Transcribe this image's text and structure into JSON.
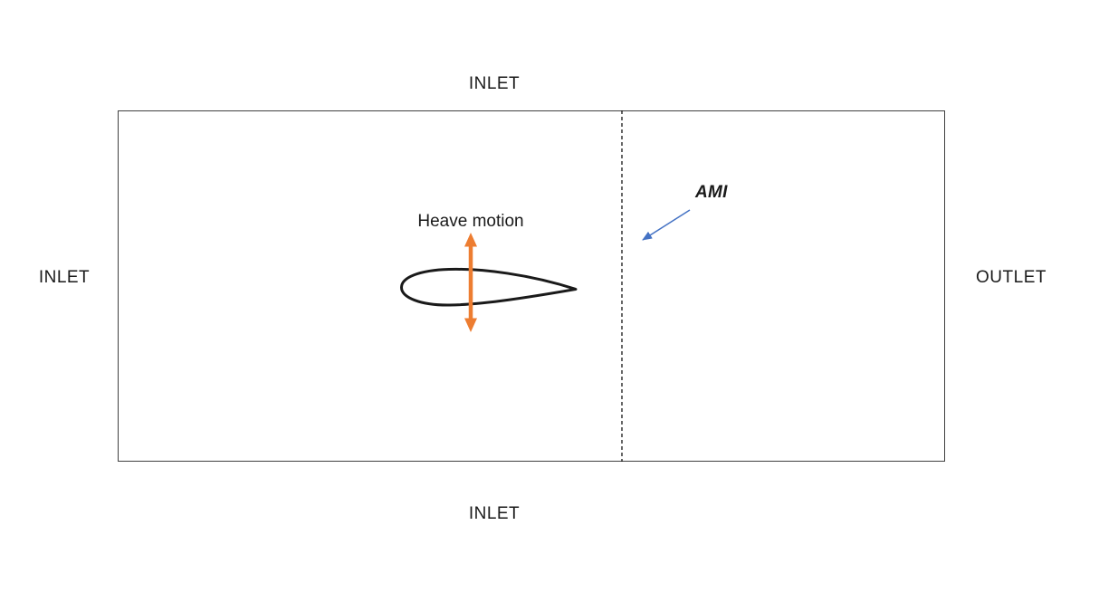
{
  "labels": {
    "inlet_top": "INLET",
    "inlet_left": "INLET",
    "inlet_bottom": "INLET",
    "outlet_right": "OUTLET",
    "ami": "AMI",
    "heave_motion": "Heave motion"
  },
  "colors": {
    "boundary": "#404040",
    "dashed_line": "#000000",
    "airfoil_outline": "#1a1a1a",
    "heave_arrow": "#ED7D31",
    "ami_arrow": "#4472C4",
    "text": "#1a1a1a"
  }
}
